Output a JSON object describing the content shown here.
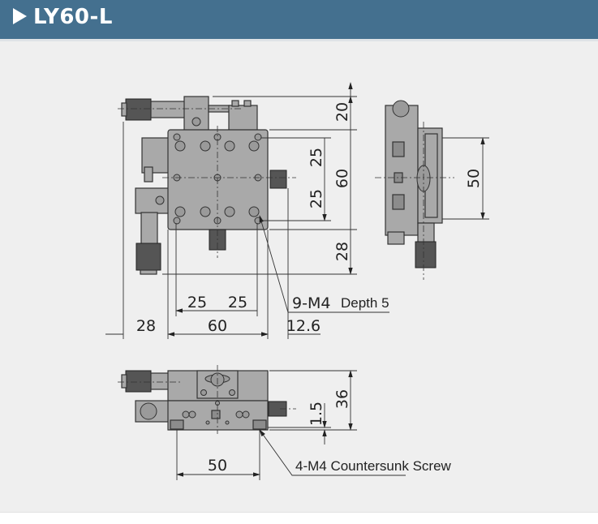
{
  "header": {
    "title": "LY60-L",
    "icon": "triangle-right-icon"
  },
  "drawing": {
    "top_view": {
      "dims_right": {
        "top": "20",
        "upper_inner": "25",
        "overall": "60",
        "lower_inner": "25",
        "bottom": "28"
      },
      "dims_bottom": {
        "left_25": "25",
        "right_25": "25",
        "overall": "60",
        "left_offset": "28",
        "right_offset": "12.6"
      },
      "hole_label": "9-M4",
      "hole_depth": "Depth 5"
    },
    "side_view": {
      "dim": "50"
    },
    "front_view": {
      "height": "36",
      "offset": "1.5",
      "pitch": "50",
      "screw_label": "4-M4 Countersunk Screw"
    }
  }
}
